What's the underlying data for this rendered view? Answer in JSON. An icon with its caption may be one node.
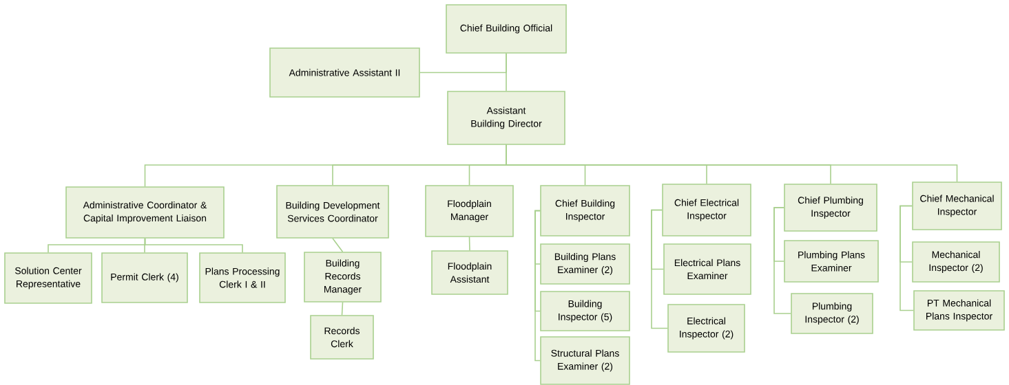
{
  "diagram": {
    "nodes": [
      {
        "text": [
          "Chief Building Official"
        ]
      },
      {
        "text": [
          "Administrative Assistant II"
        ]
      },
      {
        "text": [
          "Assistant Building Director"
        ]
      },
      {
        "text": [
          "Administrative Coordinator & Capital Improvement Liaison"
        ]
      },
      {
        "text": [
          "Solution Center Representative"
        ]
      },
      {
        "text": [
          "Permit Clerk (4)"
        ]
      },
      {
        "text": [
          "Plans Processing Clerk I & II"
        ]
      },
      {
        "text": [
          "Building Development Services Coordinator"
        ]
      },
      {
        "text": [
          "Building Records Manager"
        ]
      },
      {
        "text": [
          "Records Clerk"
        ]
      },
      {
        "text": [
          "Floodplain Manager"
        ]
      },
      {
        "text": [
          "Floodplain Assistant"
        ]
      },
      {
        "text": [
          "Chief Building Inspector"
        ]
      },
      {
        "text": [
          "Building Plans Examiner (2)"
        ]
      },
      {
        "text": [
          "Building Inspector (5)"
        ]
      },
      {
        "text": [
          "Structural Plans Examiner (2)"
        ]
      },
      {
        "text": [
          "Chief Electrical Inspector"
        ]
      },
      {
        "text": [
          "Electrical Plans Examiner"
        ]
      },
      {
        "text": [
          "Electrical Inspector (2)"
        ]
      },
      {
        "text": [
          "Chief Plumbing Inspector"
        ]
      },
      {
        "text": [
          "Plumbing Plans Examiner"
        ]
      },
      {
        "text": [
          "Plumbing Inspector (2)"
        ]
      },
      {
        "text": [
          "Chief Mechanical Inspector"
        ]
      },
      {
        "text": [
          "Mechanical Inspector (2)"
        ]
      },
      {
        "text": [
          "PT Mechanical Plans Inspector"
        ]
      }
    ],
    "edges": [
      {
        "from": 0,
        "to": 1,
        "arrow": "none"
      },
      {
        "from": 0,
        "to": 2,
        "arrow": "none"
      },
      {
        "from": 2,
        "to": 3,
        "arrow": "none"
      },
      {
        "from": 2,
        "to": 7,
        "arrow": "none"
      },
      {
        "from": 2,
        "to": 10,
        "arrow": "none"
      },
      {
        "from": 2,
        "to": 12,
        "arrow": "none"
      },
      {
        "from": 2,
        "to": 16,
        "arrow": "none"
      },
      {
        "from": 2,
        "to": 19,
        "arrow": "none"
      },
      {
        "from": 2,
        "to": 22,
        "arrow": "none"
      },
      {
        "from": 3,
        "to": 4,
        "arrow": "none"
      },
      {
        "from": 3,
        "to": 5,
        "arrow": "none"
      },
      {
        "from": 3,
        "to": 6,
        "arrow": "none"
      },
      {
        "from": 7,
        "to": 8,
        "arrow": "none"
      },
      {
        "from": 8,
        "to": 9,
        "arrow": "none"
      },
      {
        "from": 10,
        "to": 11,
        "arrow": "none"
      },
      {
        "from": 12,
        "to": 13,
        "arrow": "none"
      },
      {
        "from": 12,
        "to": 14,
        "arrow": "none"
      },
      {
        "from": 12,
        "to": 15,
        "arrow": "none"
      },
      {
        "from": 16,
        "to": 17,
        "arrow": "none"
      },
      {
        "from": 16,
        "to": 18,
        "arrow": "none"
      },
      {
        "from": 19,
        "to": 20,
        "arrow": "none"
      },
      {
        "from": 19,
        "to": 21,
        "arrow": "none"
      },
      {
        "from": 22,
        "to": 23,
        "arrow": "none"
      },
      {
        "from": 22,
        "to": 24,
        "arrow": "none"
      }
    ]
  }
}
